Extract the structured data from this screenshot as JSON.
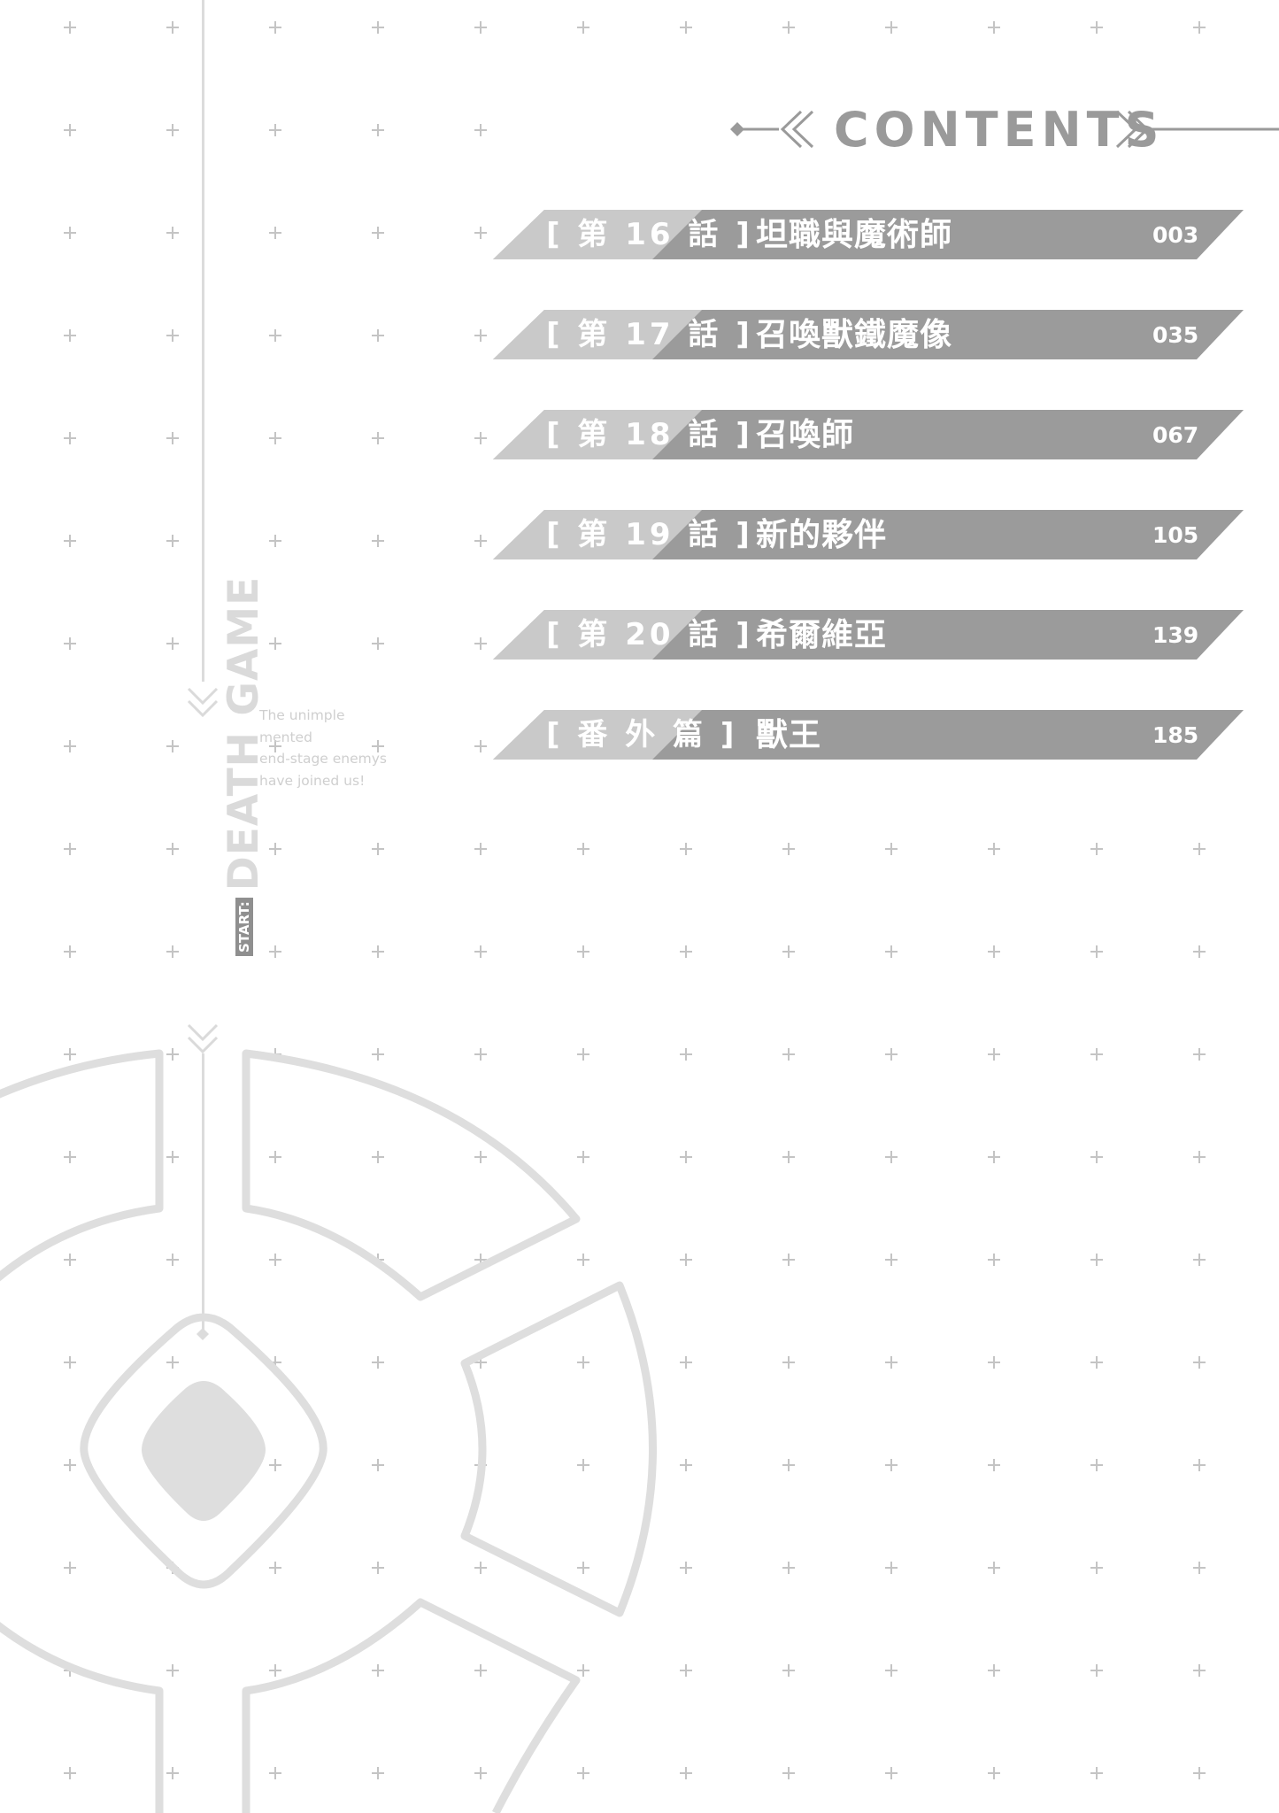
{
  "header": {
    "title": "CONTENTS",
    "decor": "double-chevron-left/right with diamond-tipped line"
  },
  "toc": [
    {
      "label": "[ 第 16 話 ]",
      "title": "坦職與魔術師",
      "page": "003"
    },
    {
      "label": "[ 第 17 話 ]",
      "title": "召喚獸鐵魔像",
      "page": "035"
    },
    {
      "label": "[ 第 18 話 ]",
      "title": "召喚師",
      "page": "067"
    },
    {
      "label": "[ 第 19 話 ]",
      "title": "新的夥伴",
      "page": "105"
    },
    {
      "label": "[ 第 20 話 ]",
      "title": "希爾維亞",
      "page": "139"
    },
    {
      "label": "[  番 外 篇  ]",
      "title": "獸王",
      "page": "185"
    }
  ],
  "tagline": "The unimple\nmented\nend-stage enemys\nhave joined us!",
  "vertical_title": {
    "badge": "START:",
    "text": "DEATH GAME"
  },
  "colors": {
    "background": "#ffffff",
    "bar_dark": "#9b9b9b",
    "bar_light": "#c9c9c9",
    "title_gray": "#9a9a9a",
    "cross_gray": "#c4c4c4",
    "emblem_gray": "#dedede"
  },
  "icons": {
    "grid_marker": "plus-cross",
    "emblem": "segmented-ring-with-diamond"
  }
}
